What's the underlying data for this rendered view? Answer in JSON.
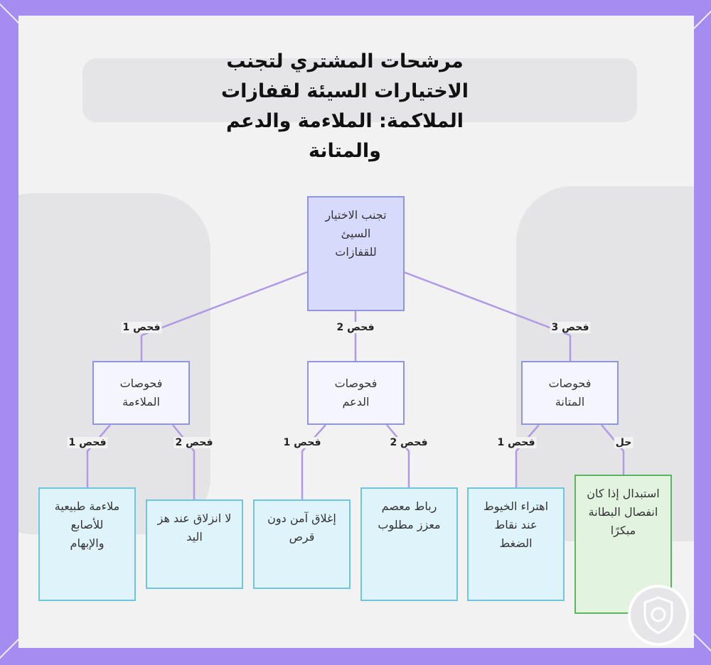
{
  "title": "مرشحات المشتري لتجنب الاختيارات السيئة لقفازات الملاكمة: الملاءمة والدعم والمتانة",
  "root": "تجنب الاختيار السيئ للقفازات",
  "categories": [
    "فحوصات الملاءمة",
    "فحوصات الدعم",
    "فحوصات المتانة"
  ],
  "top_edge_labels": [
    "فحص 1",
    "فحص 2",
    "فحص 3"
  ],
  "leaf_edge_labels": [
    "فحص 1",
    "فحص 2",
    "فحص 1",
    "فحص 2",
    "فحص 1",
    "حل"
  ],
  "leaves": [
    "ملاءمة طبيعية للأصابع والإبهام",
    "لا انزلاق عند هز اليد",
    "إغلاق آمن دون قرص",
    "رباط معصم معزز مطلوب",
    "اهتراء الخيوط عند نقاط الضغط",
    "استبدال إذا كان انفصال البطانة مبكرًا"
  ],
  "colors": {
    "frame": "#a48cf0",
    "edge": "#b09ae6",
    "root_fill": "#d8dafc",
    "node_border": "#8f95e0",
    "leaf_fill": "#def3fa",
    "leaf_border": "#6cc6dc",
    "solution_fill": "#e2f3e0",
    "solution_border": "#5cb461"
  },
  "icons": [
    "shield-badge-icon"
  ]
}
